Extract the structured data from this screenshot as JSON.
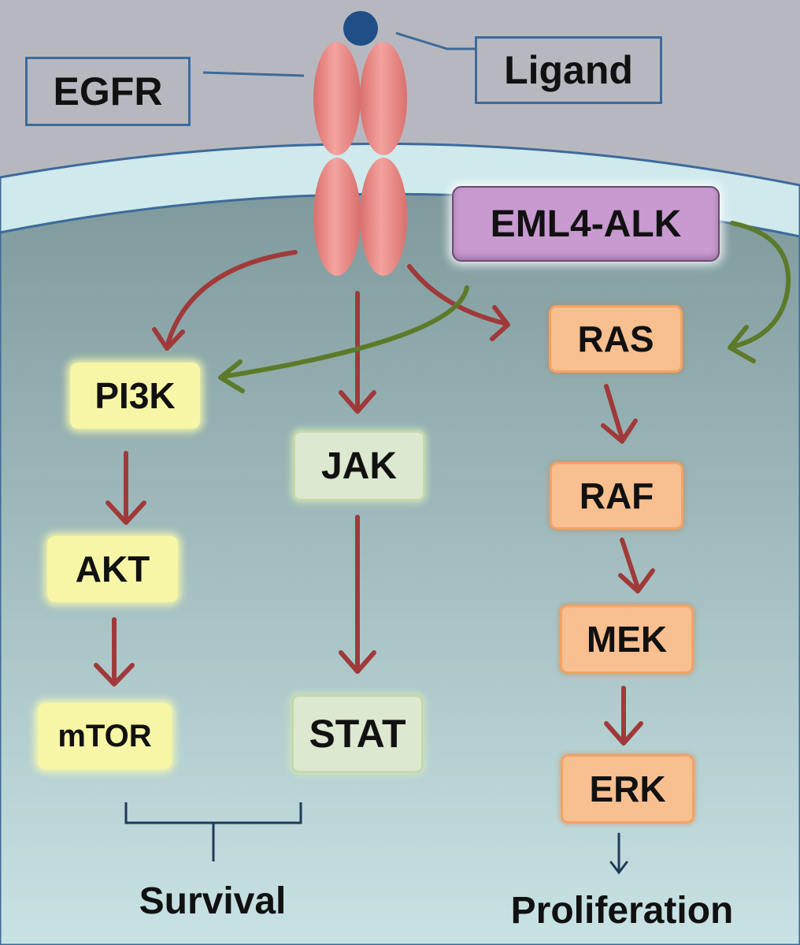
{
  "labels": {
    "egfr": "EGFR",
    "ligand": "Ligand",
    "eml4_alk": "EML4-ALK",
    "pi3k": "PI3K",
    "akt": "AKT",
    "mtor": "mTOR",
    "jak": "JAK",
    "stat": "STAT",
    "ras": "RAS",
    "raf": "RAF",
    "mek": "MEK",
    "erk": "ERK",
    "survival": "Survival",
    "proliferation": "Proliferation"
  },
  "colors": {
    "extracellular": "#b7b8bf",
    "membrane": "#cfe9ec",
    "cytoplasm_top": "#7f9a9c",
    "cytoplasm_bottom": "#c9e3e5",
    "receptor": "#ec8a86",
    "ligand": "#1f4f86",
    "egfr_arrow": "#a03a3a",
    "alk_arrow": "#5d7a2a",
    "pathway_yellow": "#f7f6a6",
    "pathway_green": "#dce8cf",
    "pathway_orange": "#f8bf90",
    "fusion_purple": "#c89ad0"
  }
}
